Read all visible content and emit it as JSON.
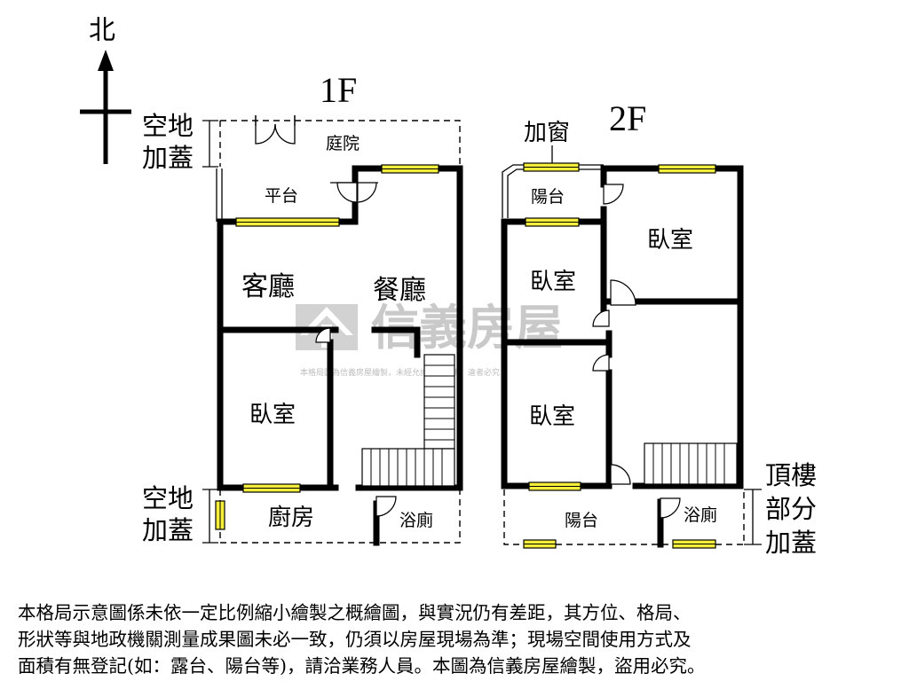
{
  "compass": {
    "north_label": "北"
  },
  "floors": [
    {
      "label": "1F",
      "rooms": {
        "courtyard": "庭院",
        "platform": "平台",
        "living_room": "客廳",
        "dining_room": "餐廳",
        "bedroom": "臥室",
        "kitchen": "廚房",
        "bathroom": "浴廁"
      }
    },
    {
      "label": "2F",
      "rooms": {
        "added_window": "加窗",
        "balcony_top": "陽台",
        "bedroom_nw": "臥室",
        "bedroom_ne": "臥室",
        "bedroom_sw": "臥室",
        "balcony_bottom": "陽台",
        "bathroom": "浴廁"
      }
    }
  ],
  "notes": {
    "open_space_top": [
      "空地",
      "加蓋"
    ],
    "open_space_bottom": [
      "空地",
      "加蓋"
    ],
    "rooftop": [
      "頂樓",
      "部分",
      "加蓋"
    ]
  },
  "watermark": {
    "brand": "信義房屋",
    "fine_print": "本格局圖為信義房屋繪製，未經允許請勿盜用，違者必究"
  },
  "disclaimer": [
    "本格局示意圖係未依一定比例縮小繪製之概繪圖，與實況仍有差距，其方位、格局、",
    "形狀等與地政機關測量成果圖未必一致，仍須以房屋現場為準；現場空間使用方式及",
    "面積有無登記(如：露台、陽台等)，請洽業務人員。本圖為信義房屋繪製，盜用必究。"
  ]
}
